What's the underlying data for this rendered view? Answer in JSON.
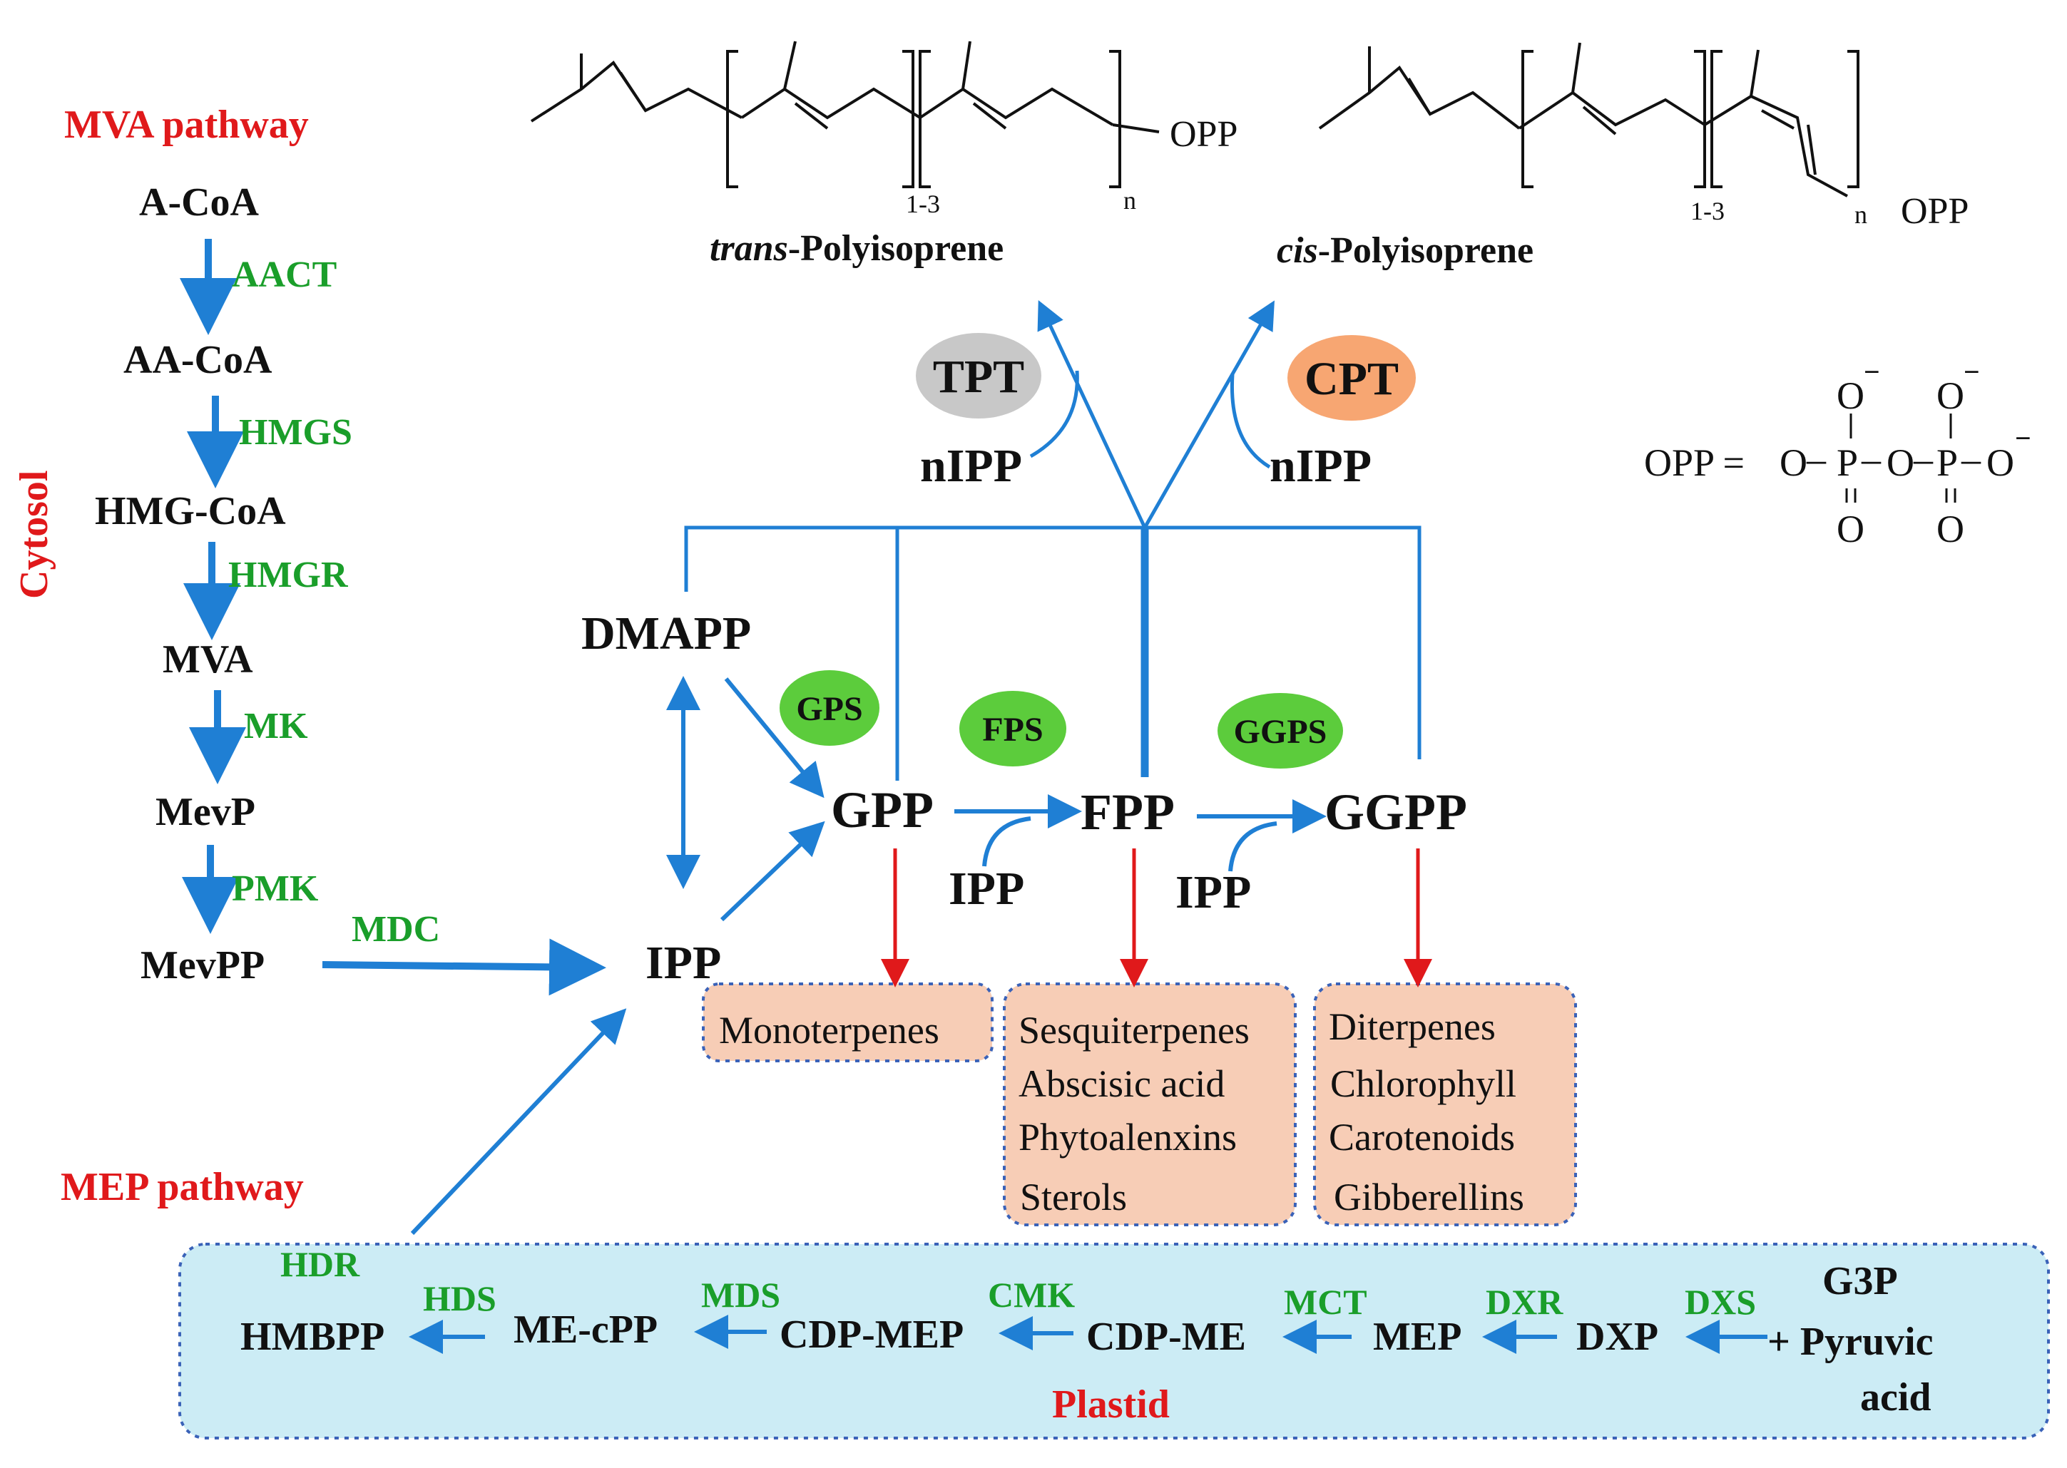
{
  "colors": {
    "arrow_blue": "#1f7fd4",
    "arrow_red": "#e0191b",
    "enzyme_green": "#1a9e2a",
    "label_red": "#e0191b",
    "text_black": "#111111",
    "gps_fill": "#5ccc3c",
    "tpt_fill": "#c8c8c8",
    "cpt_fill": "#f7a672",
    "product_box_fill": "#f7cdb6",
    "plastid_fill": "#ccecf5",
    "box_border": "#3a62b8"
  },
  "mva": {
    "title": "MVA pathway",
    "compartment": "Cytosol",
    "metabolites": [
      "A-CoA",
      "AA-CoA",
      "HMG-CoA",
      "MVA",
      "MevP",
      "MevPP"
    ],
    "enzymes": [
      "AACT",
      "HMGS",
      "HMGR",
      "MK",
      "PMK"
    ],
    "mdc": "MDC"
  },
  "core": {
    "ipp": "IPP",
    "dmapp": "DMAPP",
    "gpp": "GPP",
    "fpp": "FPP",
    "ggpp": "GGPP",
    "ipp_fpp": "IPP",
    "ipp_ggpp": "IPP",
    "gps": "GPS",
    "fps": "FPS",
    "ggps": "GGPS"
  },
  "polymer": {
    "tpt": "TPT",
    "cpt": "CPT",
    "nipp_left": "nIPP",
    "nipp_right": "nIPP",
    "trans_italic": "trans",
    "trans_rest": "-Polyisoprene",
    "cis_italic": "cis",
    "cis_rest": "-Polyisoprene",
    "repeat_label": "1-3",
    "n_label": "n",
    "opp": "OPP"
  },
  "opp_formula": {
    "lhs": "OPP =",
    "chain": [
      "O",
      "P",
      "O",
      "P",
      "O"
    ],
    "oxygen": "O",
    "minus": "−"
  },
  "products": {
    "mono": [
      "Monoterpenes"
    ],
    "sesqui": [
      "Sesquiterpenes",
      "Abscisic acid",
      "Phytoalenxins",
      "Sterols"
    ],
    "di": [
      "Diterpenes",
      "Chlorophyll",
      "Carotenoids",
      "Gibberellins"
    ]
  },
  "mep": {
    "title": "MEP pathway",
    "compartment": "Plastid",
    "metabolites": [
      "HMBPP",
      "ME-cPP",
      "CDP-MEP",
      "CDP-ME",
      "MEP",
      "DXP"
    ],
    "enzymes": [
      "HDR",
      "HDS",
      "MDS",
      "CMK",
      "MCT",
      "DXR",
      "DXS"
    ],
    "start": [
      "G3P",
      "+ Pyruvic",
      "acid"
    ]
  }
}
